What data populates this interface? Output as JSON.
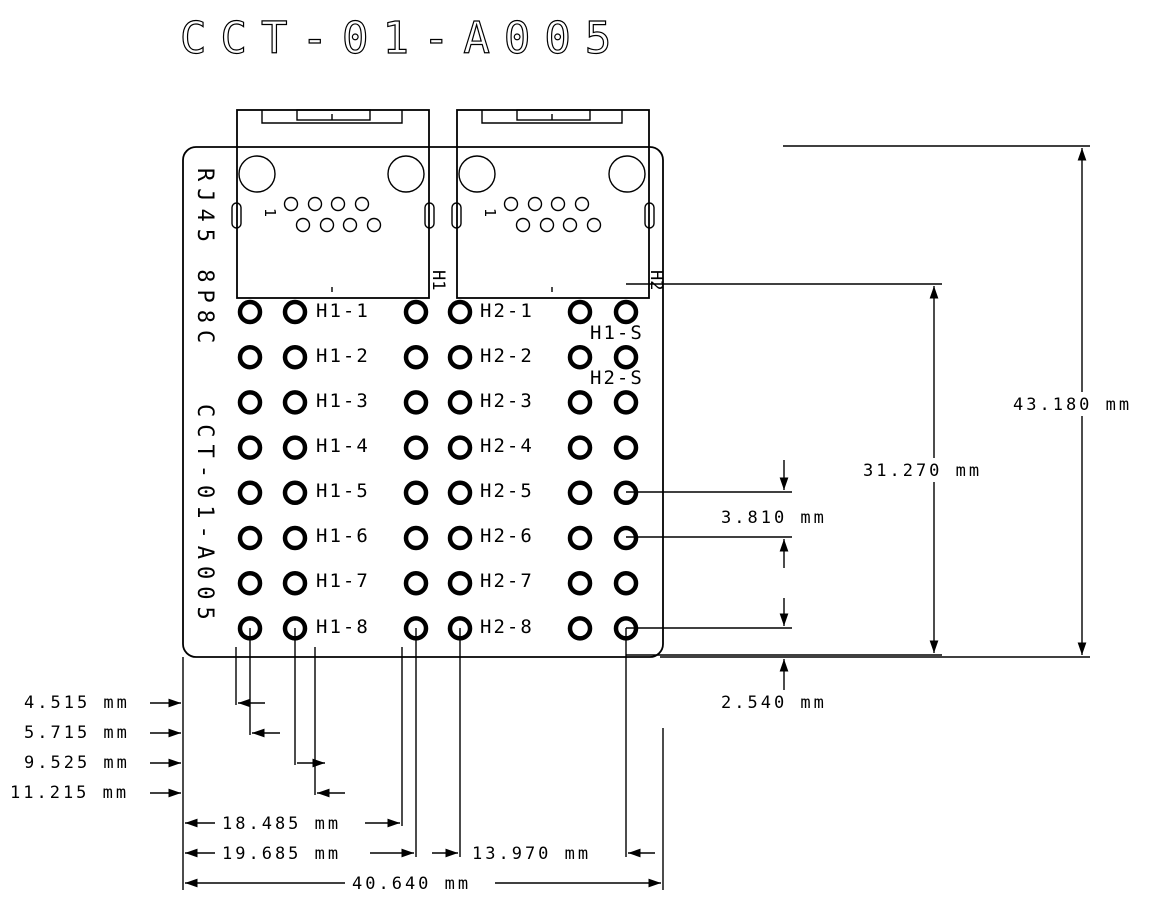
{
  "title": "CCT-01-A005",
  "board_text": {
    "line1": "RJ45  8P8C",
    "line2": "CCT-01-A005"
  },
  "jacks": [
    {
      "ref": "H1",
      "pin1_mark": "1"
    },
    {
      "ref": "H2",
      "pin1_mark": "1"
    }
  ],
  "pin_labels": {
    "h1": [
      "H1-1",
      "H1-2",
      "H1-3",
      "H1-4",
      "H1-5",
      "H1-6",
      "H1-7",
      "H1-8"
    ],
    "h2": [
      "H2-1",
      "H2-2",
      "H2-3",
      "H2-4",
      "H2-5",
      "H2-6",
      "H2-7",
      "H2-8"
    ],
    "shield_h1": "H1-S",
    "shield_h2": "H2-S"
  },
  "dimensions": {
    "height_total": "43.180 mm",
    "height_pins": "31.270 mm",
    "pin_pitch": "3.810 mm",
    "bottom_offset": "2.540 mm",
    "x1": "4.515 mm",
    "x2": "5.715 mm",
    "x3": "9.525 mm",
    "x4": "11.215 mm",
    "x5": "18.485 mm",
    "x6": "19.685 mm",
    "x7": "13.970 mm",
    "width_total": "40.640 mm"
  }
}
